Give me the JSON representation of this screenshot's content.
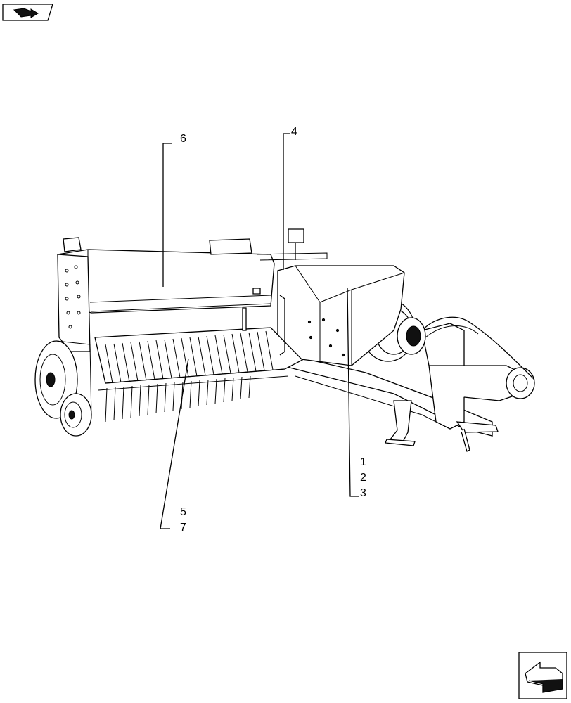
{
  "callouts": {
    "c1": "1",
    "c2": "2",
    "c3": "3",
    "c4": "4",
    "c5": "5",
    "c6": "6",
    "c7": "7"
  },
  "icons": {
    "top_left": "book-arrow-icon",
    "bottom_right": "next-page-arrow-icon"
  },
  "colors": {
    "line": "#000000",
    "background": "#ffffff"
  }
}
